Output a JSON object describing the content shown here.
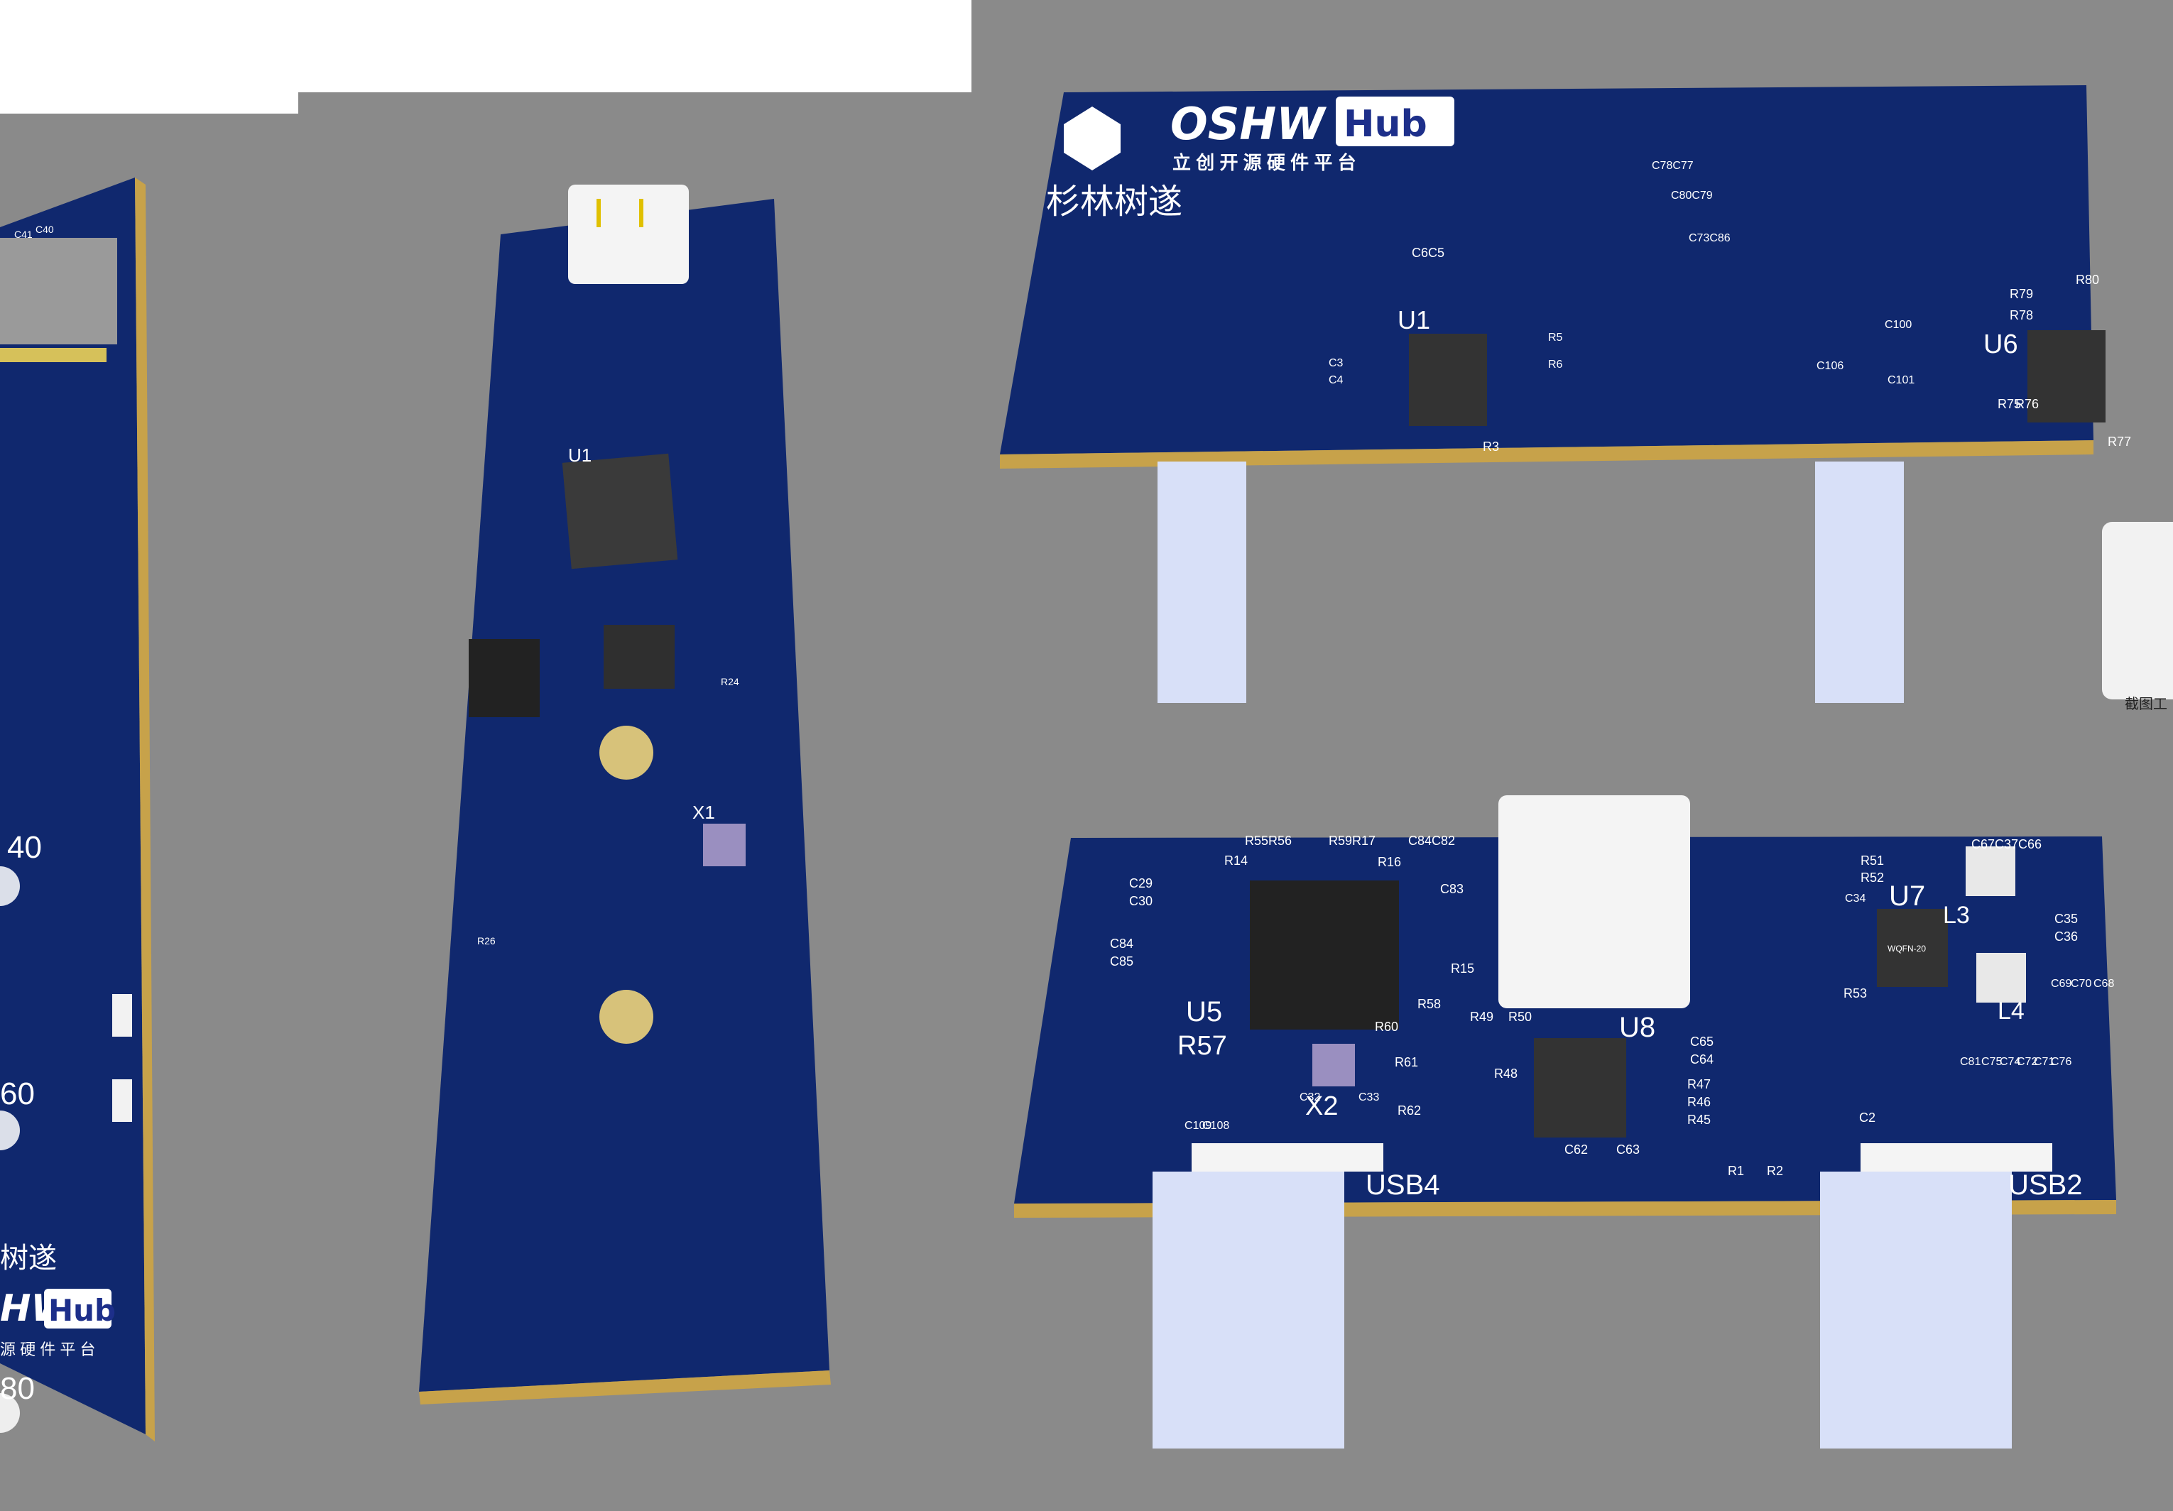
{
  "left_board": {
    "digits_40": "40",
    "digits_60": "60",
    "digits_80": "80",
    "logo_oshw_partial": "HW",
    "logo_hub": "Hub",
    "logo_cn_partial": "树遂",
    "logo_sub_partial": "源 硬 件 平 台",
    "label_c41": "C41",
    "label_c40": "C40"
  },
  "middle_board": {
    "u1": "U1",
    "x1": "X1",
    "r26": "R26",
    "r24": "R24"
  },
  "top_right_board": {
    "logo_oshw": "OSHW",
    "logo_hub": "Hub",
    "logo_sub": "立 创 开 源 硬 件 平 台",
    "logo_cn": "杉林树遂",
    "u1": "U1",
    "u6": "U6",
    "c6c5": "C6C5",
    "c3": "C3",
    "c4": "C4",
    "r5": "R5",
    "r6": "R6",
    "r3": "R3",
    "c100": "C100",
    "c106": "C106",
    "c101": "C101",
    "r79": "R79",
    "r78": "R78",
    "r80": "R80",
    "r75": "R75",
    "r76": "R76",
    "r77": "R77",
    "c78c77": "C78C77",
    "c80c79": "C80C79",
    "c73c86": "C73C86"
  },
  "bottom_right_board": {
    "usb4": "USB4",
    "usb2": "USB2",
    "u5": "U5",
    "u8": "U8",
    "u7": "U7",
    "l3": "L3",
    "l4": "L4",
    "x2": "X2",
    "r57": "R57",
    "r55r56": "R55R56",
    "r59r17": "R59R17",
    "r16": "R16",
    "r14": "R14",
    "c84c82": "C84C82",
    "c83": "C83",
    "c29": "C29",
    "c30": "C30",
    "c84": "C84",
    "c85": "C85",
    "r15": "R15",
    "r58": "R58",
    "r60": "R60",
    "r61": "R61",
    "r62": "R62",
    "r49": "R49",
    "r50": "R50",
    "r48": "R48",
    "c65": "C65",
    "c64": "C64",
    "r47": "R47",
    "r46": "R46",
    "r45": "R45",
    "c62": "C62",
    "c63": "C63",
    "c33": "C33",
    "c32": "C32",
    "c109": "C109",
    "c108": "C108",
    "r51": "R51",
    "r52": "R52",
    "r53": "R53",
    "c34": "C34",
    "c67c37c66": "C67C37C66",
    "c35": "C35",
    "c36": "C36",
    "c70": "C70",
    "c69": "C69",
    "c68": "C68",
    "c81": "C81",
    "c75": "C75",
    "c74": "C74",
    "c72": "C72",
    "c71": "C71",
    "c76": "C76",
    "c2": "C2",
    "r1": "R1",
    "r2": "R2",
    "chip_u7_mark": "WQFN-20"
  },
  "snip_tool_label": "截图工"
}
